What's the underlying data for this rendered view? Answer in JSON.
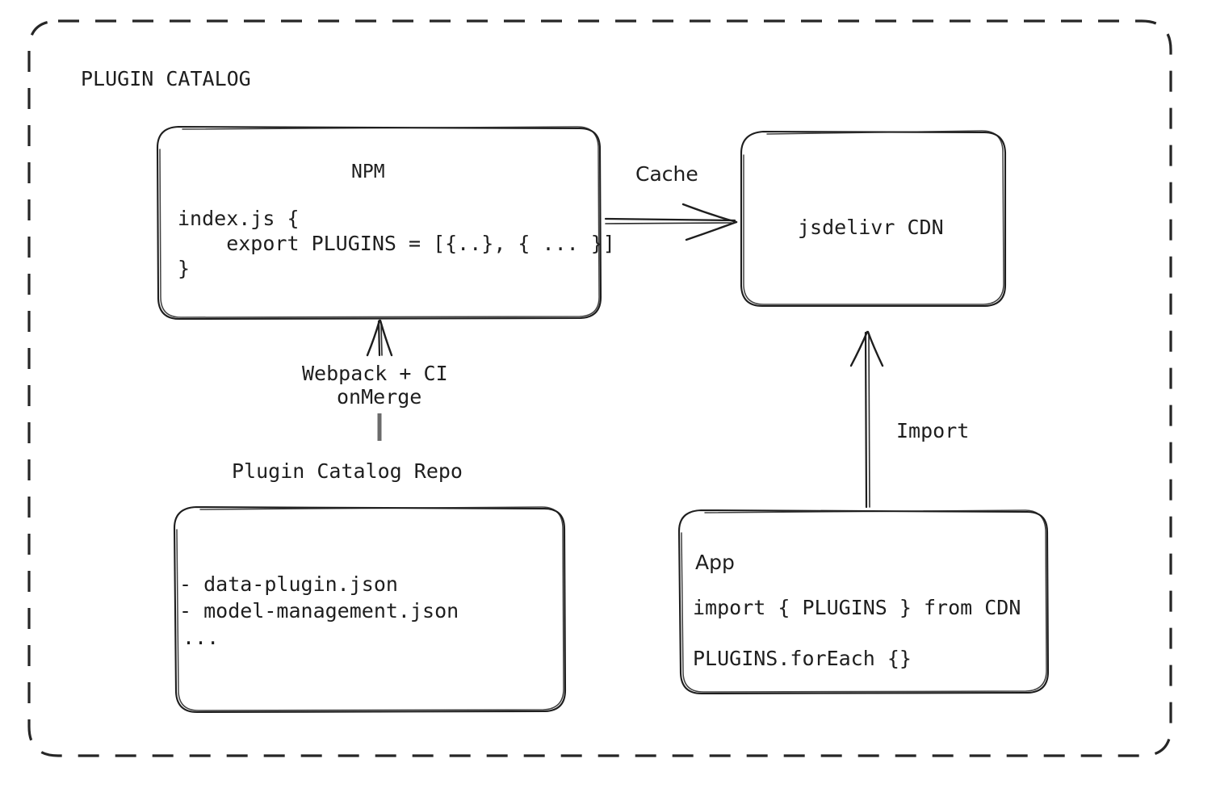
{
  "diagram": {
    "frame_label": "PLUGIN CATALOG",
    "accent_color": "#1e1e1e",
    "background_color": "#ffffff"
  },
  "nodes": {
    "npm": {
      "title": "NPM",
      "code_line_1": "index.js {",
      "code_line_2": "    export PLUGINS = [{..}, { ... }]",
      "code_line_3": "}"
    },
    "cdn": {
      "title": "jsdelivr CDN"
    },
    "repo": {
      "caption": "Plugin Catalog Repo",
      "line_1": "- data-plugin.json",
      "line_2": "- model-management.json",
      "line_3": "..."
    },
    "app": {
      "title": "App",
      "line_1": "import { PLUGINS } from CDN",
      "line_2": "PLUGINS.forEach {}"
    }
  },
  "edges": {
    "cache": {
      "label": "Cache",
      "from": "npm",
      "to": "cdn"
    },
    "build": {
      "label_line_1": "Webpack + CI",
      "label_line_2": "onMerge",
      "from": "repo",
      "to": "npm"
    },
    "import": {
      "label": "Import",
      "from": "app",
      "to": "cdn"
    }
  }
}
